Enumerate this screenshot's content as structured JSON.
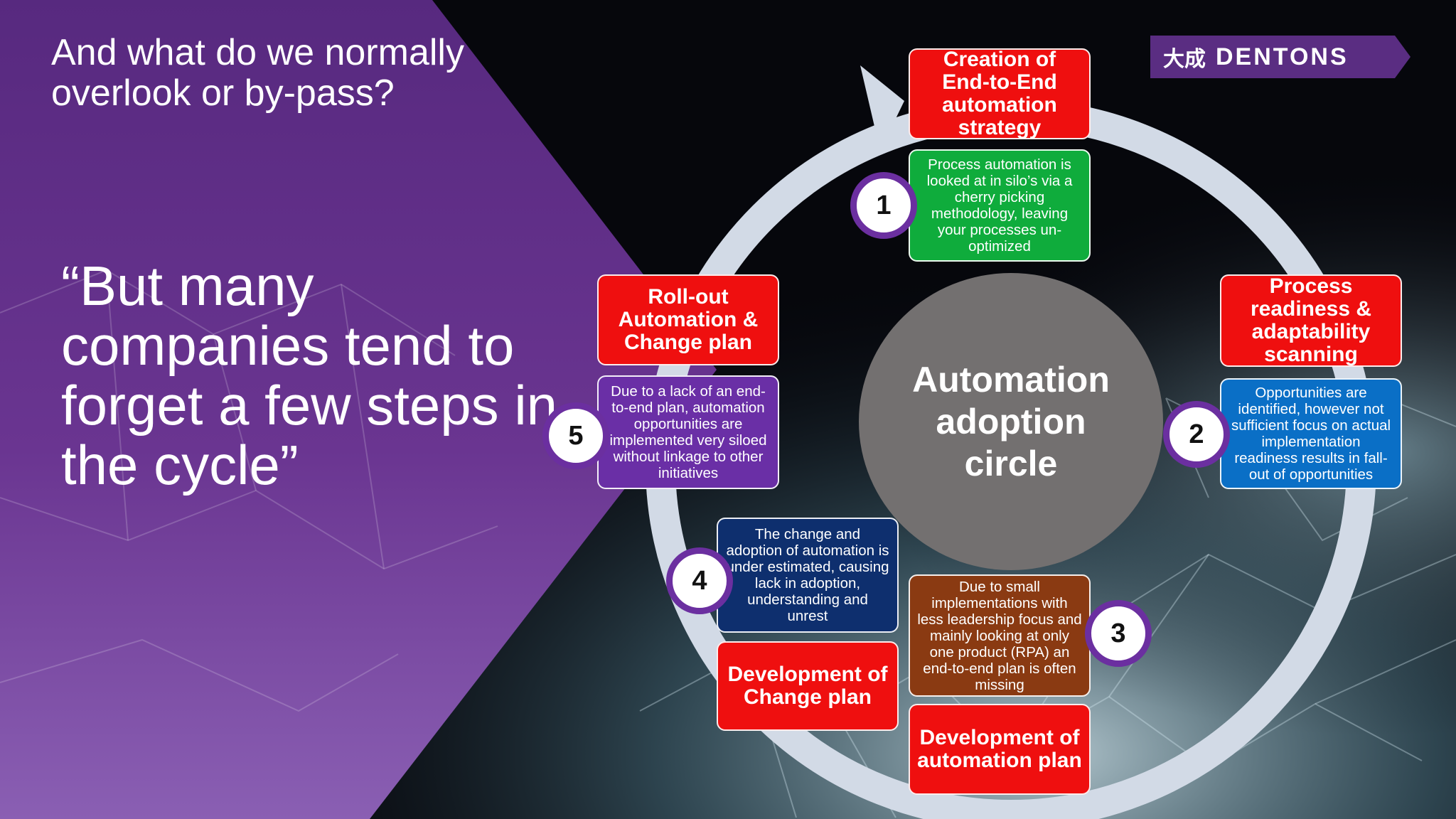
{
  "slide": {
    "subtitle": "And what do we normally overlook or by-pass?",
    "quote": "“But many companies tend to forget a few steps in the cycle”"
  },
  "logo": {
    "cn": "大成",
    "en": "DENTONS"
  },
  "center": {
    "label": "Automation adoption circle"
  },
  "steps": [
    {
      "number": "1",
      "title": "Creation of End-to-End automation strategy",
      "desc": "Process automation is looked at in silo’s via a cherry picking methodology, leaving your processes un-optimized",
      "color": "#0fac3c"
    },
    {
      "number": "2",
      "title": "Process readiness & adaptability scanning",
      "desc": "Opportunities are identified, however not sufficient focus on actual implementation readiness results in fall-out of opportunities",
      "color": "#0a6fc6"
    },
    {
      "number": "3",
      "title": "Development of automation plan",
      "desc": "Due to small implementations with less leadership focus and mainly looking at only one product (RPA) an end-to-end plan is often  missing",
      "color": "#8a3a12"
    },
    {
      "number": "4",
      "title": "Development of Change plan",
      "desc": "The change and adoption of automation is under estimated, causing lack in adoption, understanding and unrest",
      "color": "#0e2f6e"
    },
    {
      "number": "5",
      "title": "Roll-out Automation & Change plan",
      "desc": "Due to a lack of an end-to-end plan, automation opportunities are implemented very siloed without linkage to other initiatives",
      "color": "#6a2fa6"
    }
  ],
  "colors": {
    "purple_panel": "#5b2a84",
    "title_red": "#ef0f0f",
    "ring": "#d2dae6",
    "badge_ring": "#6b2fa0",
    "center": "#737070"
  }
}
